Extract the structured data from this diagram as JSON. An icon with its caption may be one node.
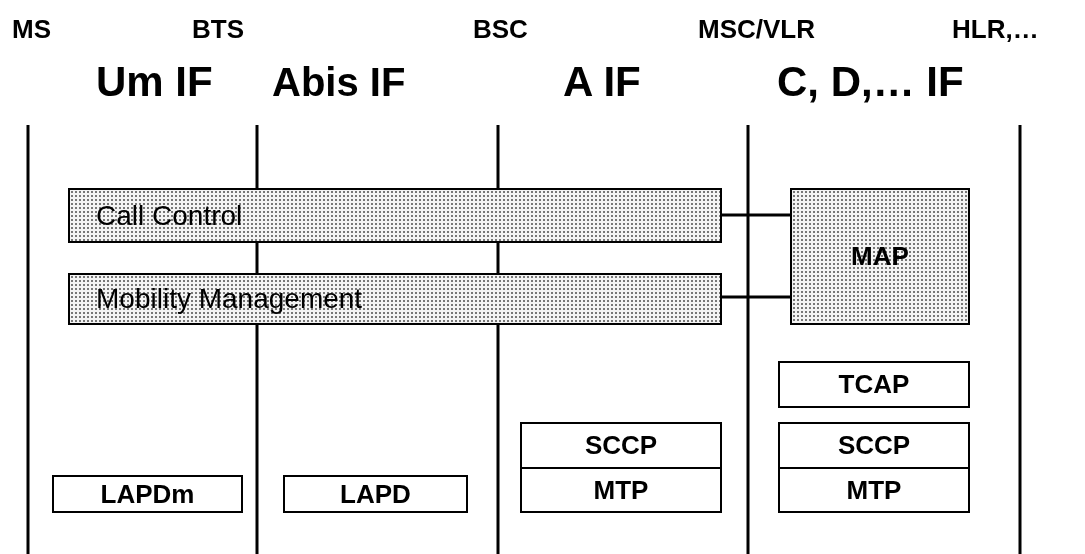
{
  "diagram": {
    "nodes": [
      {
        "text": [
          "Call Control"
        ]
      },
      {
        "text": [
          "MAP"
        ]
      },
      {
        "text": [
          "Mobility Management"
        ]
      },
      {
        "text": [
          "TCAP"
        ]
      },
      {
        "text": [
          "SCCP"
        ]
      },
      {
        "text": [
          "SCCP"
        ]
      },
      {
        "text": [
          "LAPDm"
        ]
      },
      {
        "text": [
          "LAPD"
        ]
      },
      {
        "text": [
          "MTP"
        ]
      },
      {
        "text": [
          "MTP"
        ]
      }
    ],
    "edges": [
      {
        "from": 0,
        "to": 1,
        "arrow": "none"
      },
      {
        "from": 2,
        "to": 1,
        "arrow": "none"
      }
    ],
    "labels": [
      "MS",
      "BTS",
      "BSC",
      "MSC/VLR",
      "HLR,…",
      "Um IF",
      "Abis IF",
      "A IF",
      "C, D,… IF"
    ]
  }
}
